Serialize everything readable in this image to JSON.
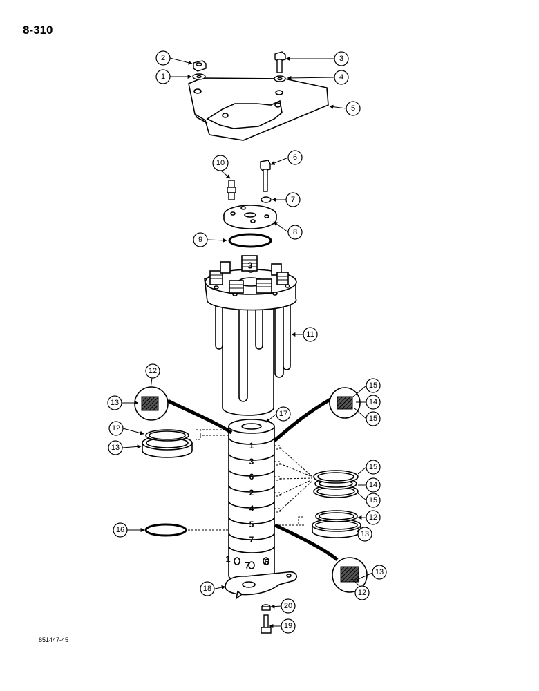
{
  "page": {
    "number": "8-310",
    "drawing_code": "851447-45"
  },
  "callouts": [
    "1",
    "2",
    "3",
    "4",
    "5",
    "6",
    "7",
    "8",
    "9",
    "10",
    "11",
    "12",
    "13",
    "14",
    "15",
    "16",
    "17",
    "18",
    "19",
    "20"
  ],
  "spool_ring_numbers": [
    "1",
    "3",
    "6",
    "2",
    "4",
    "5",
    "7"
  ],
  "spool_port_labels": [
    "1",
    "7",
    "6"
  ],
  "colors": {
    "ink": "#000000",
    "paper": "#ffffff",
    "section_fill": "#555555"
  }
}
